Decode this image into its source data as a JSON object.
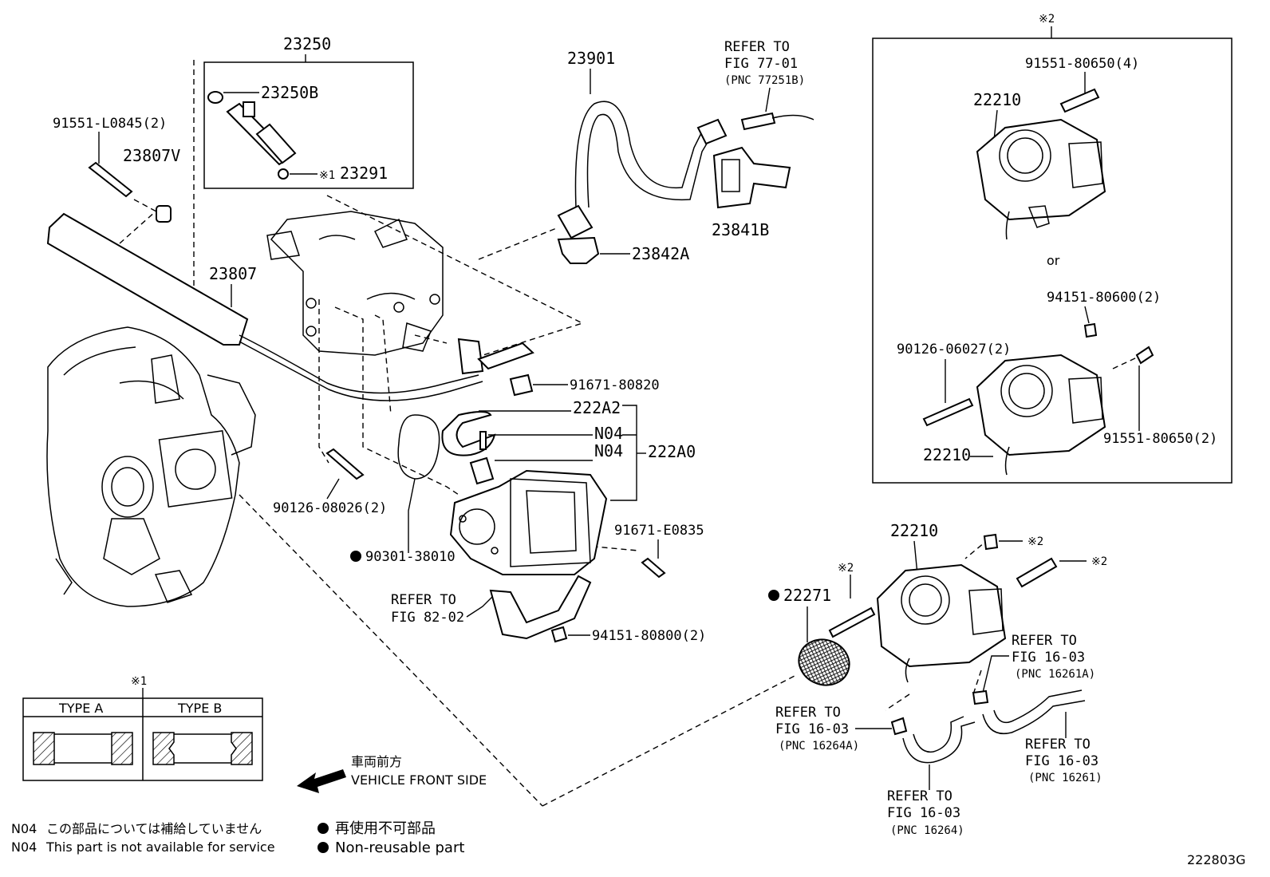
{
  "parts": {
    "p23250": "23250",
    "p23250B": "23250B",
    "p23291": "23291",
    "p23291_mark": "※1",
    "p91551_L0845": "91551-L0845(2)",
    "p23807V": "23807V",
    "p23807": "23807",
    "p23901": "23901",
    "p23841B": "23841B",
    "p23842A": "23842A",
    "p91671_80820": "91671-80820",
    "p222A2": "222A2",
    "pN04_1": "N04",
    "pN04_2": "N04",
    "p222A0": "222A0",
    "p90126_08026": "90126-08026(2)",
    "p90301_38010": "90301-38010",
    "p91671_E0835": "91671-E0835",
    "p94151_80800": "94151-80800(2)",
    "p22271": "22271",
    "p22210_main": "22210",
    "mark2_a": "※2",
    "mark2_b": "※2",
    "mark2_c": "※2"
  },
  "refs": {
    "r77_line1": "REFER TO",
    "r77_line2": "FIG 77-01",
    "r77_line3": "(PNC 77251B)",
    "r82_line1": "REFER TO",
    "r82_line2": "FIG 82-02",
    "r16261A_line1": "REFER TO",
    "r16261A_line2": "FIG 16-03",
    "r16261A_line3": "(PNC 16261A)",
    "r16264A_line1": "REFER TO",
    "r16264A_line2": "FIG 16-03",
    "r16264A_line3": "(PNC 16264A)",
    "r16261_line1": "REFER TO",
    "r16261_line2": "FIG 16-03",
    "r16261_line3": "(PNC 16261)",
    "r16264_line1": "REFER TO",
    "r16264_line2": "FIG 16-03",
    "r16264_line3": "(PNC 16264)"
  },
  "inset": {
    "mark": "※2",
    "p91551_80650_4": "91551-80650(4)",
    "p22210_a": "22210",
    "or": "or",
    "p94151_80600": "94151-80600(2)",
    "p90126_06027": "90126-06027(2)",
    "p91551_80650_2": "91551-80650(2)",
    "p22210_b": "22210"
  },
  "type_table": {
    "mark": "※1",
    "col_a": "TYPE A",
    "col_b": "TYPE B"
  },
  "direction": {
    "jp": "車両前方",
    "en": "VEHICLE FRONT SIDE"
  },
  "legend": {
    "n04_code_jp": "N04",
    "n04_text_jp": "この部品については補給していません",
    "n04_code_en": "N04",
    "n04_text_en": "This part is not available for service",
    "dot_text_jp": "再使用不可部品",
    "dot_text_en": "Non-reusable part"
  },
  "figure_id": "222803G"
}
